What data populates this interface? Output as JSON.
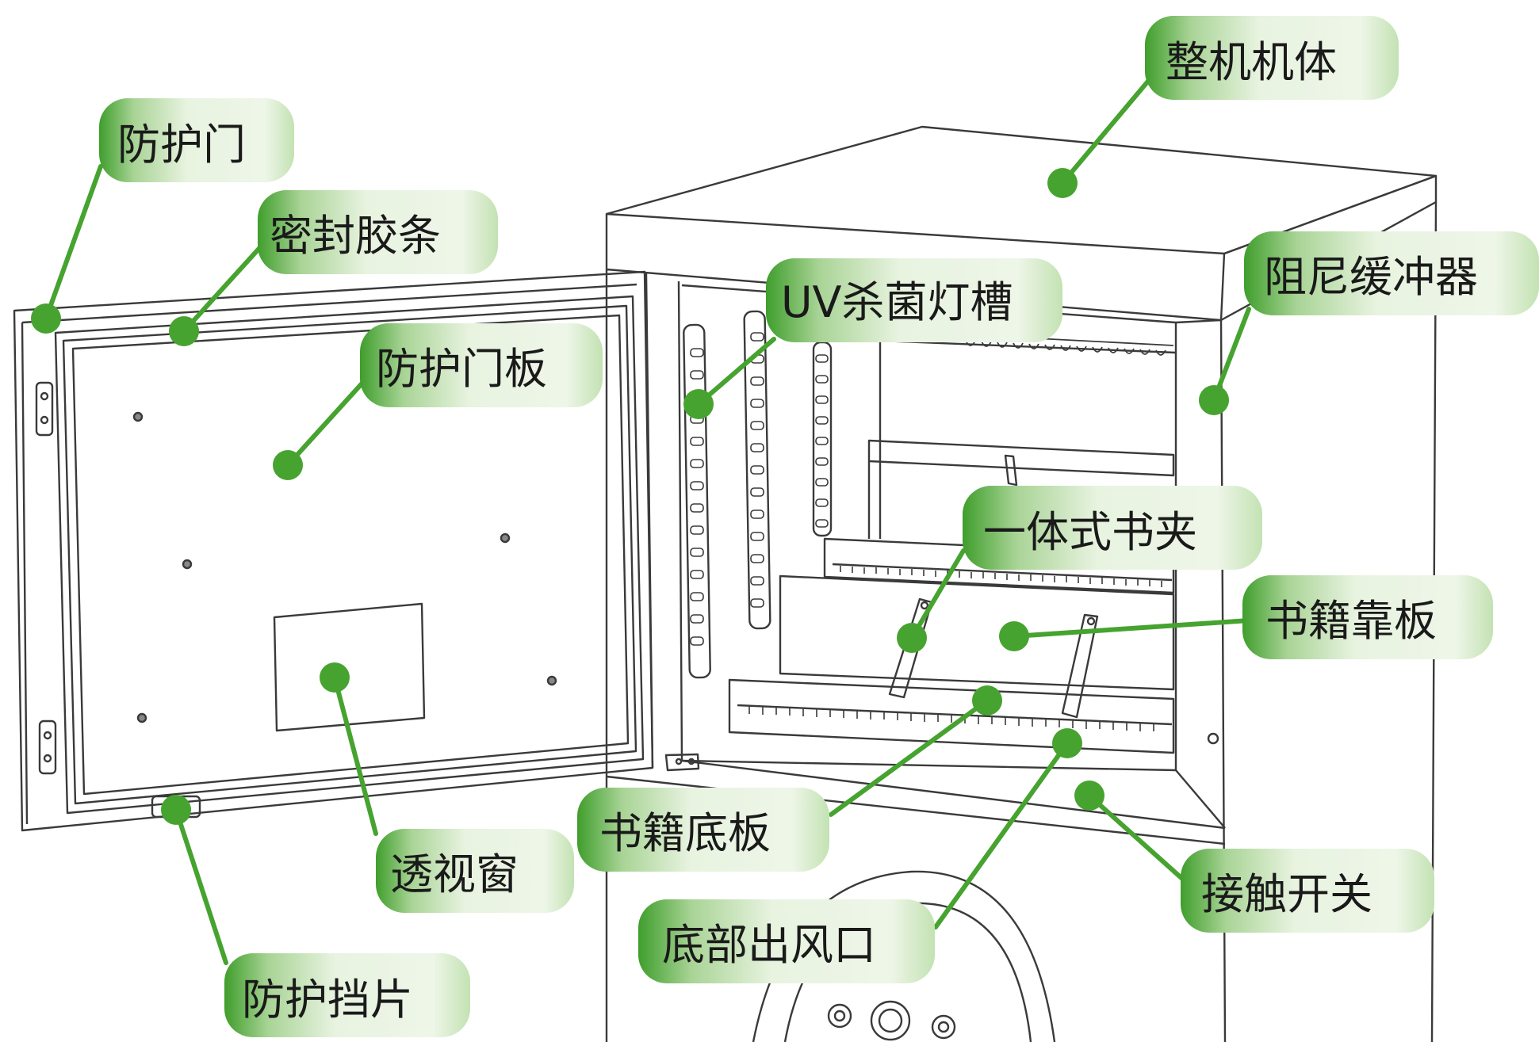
{
  "colors": {
    "line_art": "#3a3a3a",
    "callout_green_dark": "#3f9e2c",
    "callout_green_light": "#e8f3e0",
    "leader_green": "#46a32f",
    "text": "#1a1a1a"
  },
  "labels": {
    "protective_door": "防护门",
    "sealing_strip": "密封胶条",
    "door_panel": "防护门板",
    "whole_body": "整机机体",
    "uv_lamp_slot": "UV杀菌灯槽",
    "damper_buffer": "阻尼缓冲器",
    "integrated_book_clip": "一体式书夹",
    "book_backboard": "书籍靠板",
    "book_baseplate": "书籍底板",
    "viewing_window": "透视窗",
    "contact_switch": "接触开关",
    "bottom_air_outlet": "底部出风口",
    "protective_baffle": "防护挡片"
  }
}
